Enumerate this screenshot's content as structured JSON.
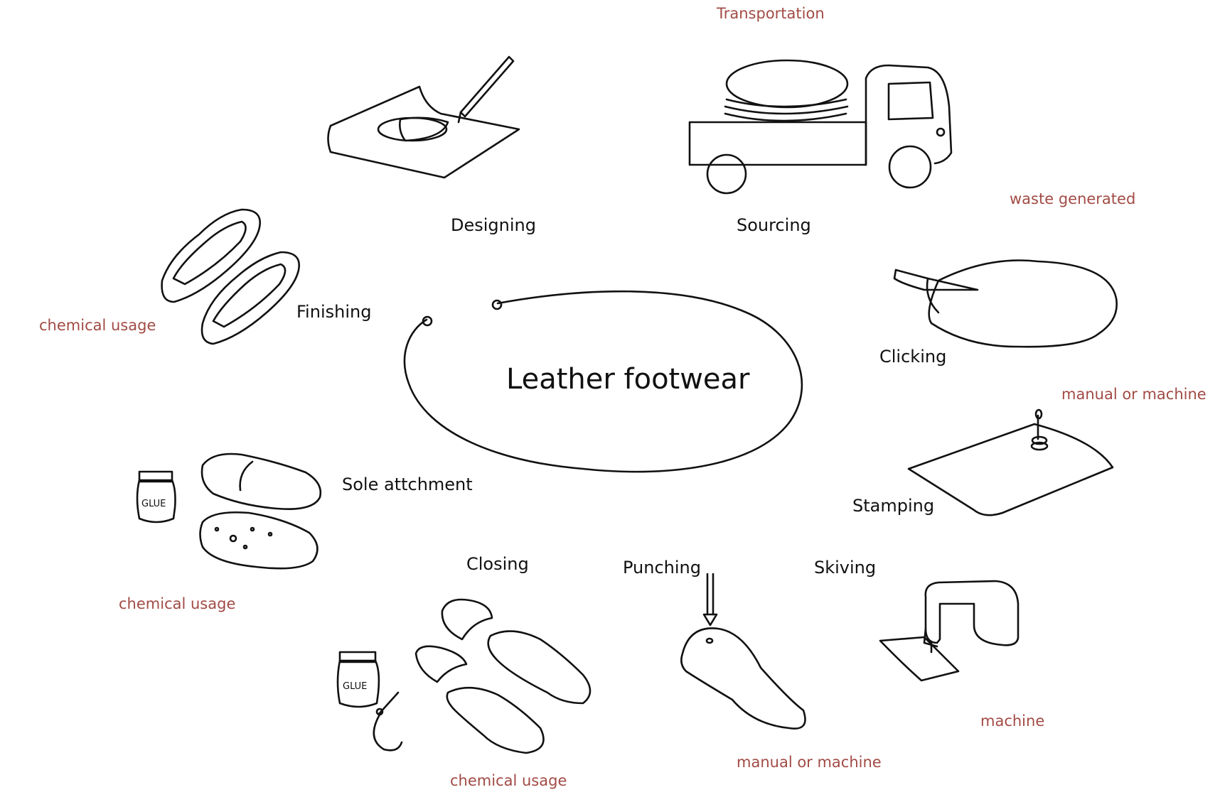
{
  "center": {
    "title": "Leather footwear"
  },
  "steps": {
    "designing": "Designing",
    "sourcing": "Sourcing",
    "clicking": "Clicking",
    "stamping": "Stamping",
    "skiving": "Skiving",
    "punching": "Punching",
    "closing": "Closing",
    "sole_attachment": "Sole attchment",
    "finishing": "Finishing"
  },
  "notes": {
    "transportation": "Transportation",
    "waste_generated": "waste generated",
    "stamping_method": "manual or machine",
    "skiving_method": "machine",
    "punching_method": "manual or machine",
    "closing_chemical": "chemical usage",
    "sole_chemical": "chemical usage",
    "finishing_chemical": "chemical usage"
  },
  "glue_jar_text": "GLUE",
  "colors": {
    "note": "#a24b45",
    "ink": "#111111"
  },
  "icons": [
    "pen-on-paper-icon",
    "truck-icon",
    "knife-leather-icon",
    "stamp-icon",
    "skiving-machine-icon",
    "punch-icon",
    "glue-needle-uppers-icon",
    "glue-soles-icon",
    "finished-shoes-icon"
  ]
}
